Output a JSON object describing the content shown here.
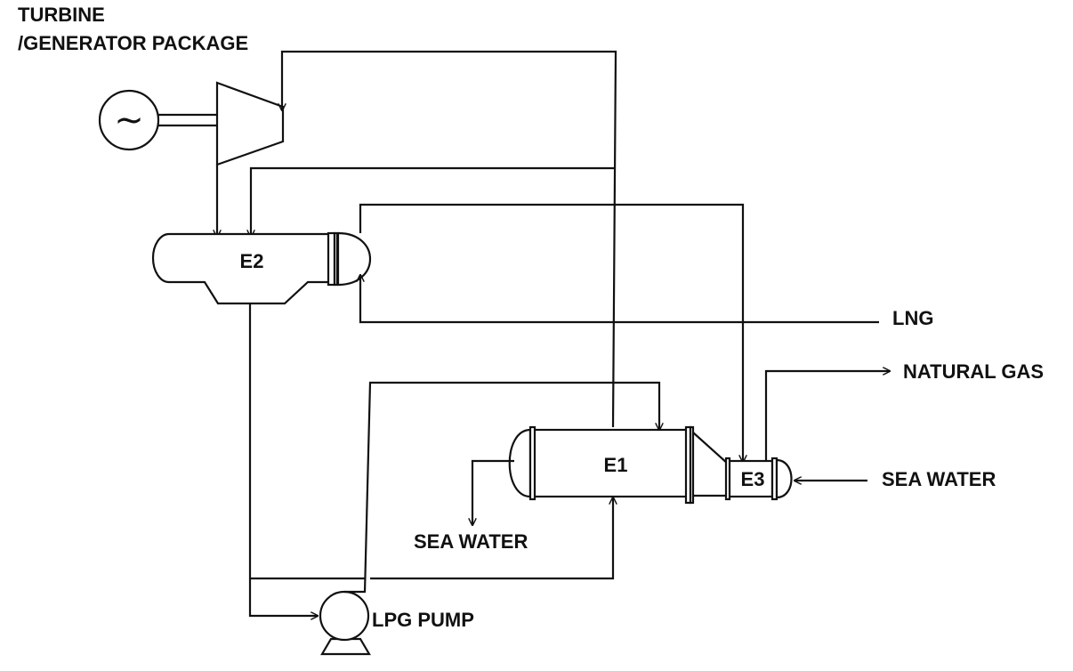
{
  "diagram": {
    "title_line1": "TURBINE",
    "title_line2": "/GENERATOR PACKAGE",
    "e1_label": "E1",
    "e2_label": "E2",
    "e3_label": "E3",
    "lng_label": "LNG",
    "natural_gas_label": "NATURAL GAS",
    "sea_water_in_label": "SEA WATER",
    "sea_water_out_label": "SEA WATER",
    "pump_label": "LPG PUMP",
    "generator_symbol": "~"
  },
  "colors": {
    "line": "#111111",
    "background": "#ffffff"
  }
}
